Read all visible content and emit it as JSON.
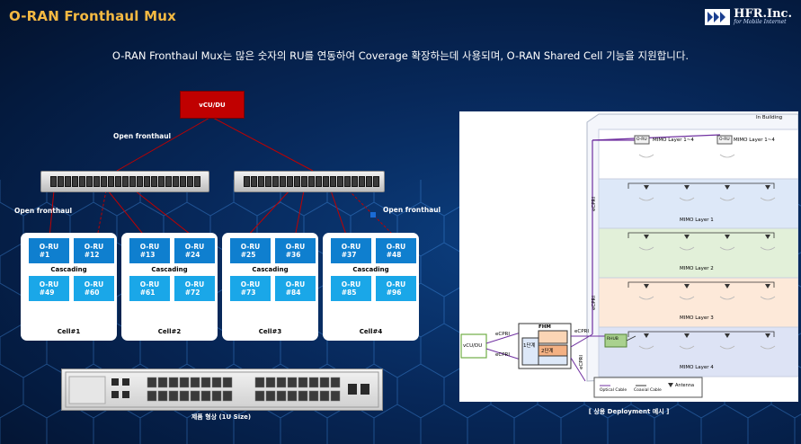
{
  "header": {
    "title": "O-RAN Fronthaul Mux",
    "logo_text": "HFR.Inc.",
    "logo_subtext": "for Mobile Internet"
  },
  "subtitle": "O-RAN Fronthaul Mux는 많은 숫자의 RU를 연동하여 Coverage 확장하는데 사용되며, O-RAN Shared Cell 기능을 지원합니다.",
  "topology": {
    "vcu_label": "vCU/DU",
    "open_fronthaul_top": "Open fronthaul",
    "open_fronthaul_left": "Open fronthaul",
    "open_fronthaul_right": "Open fronthaul",
    "cascading_label": "Cascading",
    "cells": [
      {
        "name": "Cell#1",
        "rus": [
          "O-RU #1",
          "O-RU #12",
          "O-RU #49",
          "O-RU #60"
        ]
      },
      {
        "name": "Cell#2",
        "rus": [
          "O-RU #13",
          "O-RU #24",
          "O-RU #61",
          "O-RU #72"
        ]
      },
      {
        "name": "Cell#3",
        "rus": [
          "O-RU #25",
          "O-RU #36",
          "O-RU #73",
          "O-RU #84"
        ]
      },
      {
        "name": "Cell#4",
        "rus": [
          "O-RU #37",
          "O-RU #48",
          "O-RU #85",
          "O-RU #96"
        ]
      }
    ],
    "line_color": "#c00000"
  },
  "product": {
    "caption": "제품 형상 (1U Size)"
  },
  "deployment": {
    "caption": "[ 상용 Deployment 예시 ]",
    "building_label": "In Building",
    "vcu_label": "vCU/DU",
    "fhm_label": "FHM",
    "fhm_sub": [
      "1단계",
      "2단계"
    ],
    "cpri_labels": [
      "eCPRI",
      "eCPRI",
      "eCPRI",
      "eCPRI",
      "eCPRI",
      "eCPRI"
    ],
    "rhub_label": "RHUB",
    "ru_label": "O-RU",
    "floors": [
      {
        "label": "MIMO Layer 1~4",
        "color": "#ffffff"
      },
      {
        "label": "MIMO Layer 1",
        "color": "#dde8f8"
      },
      {
        "label": "MIMO Layer 2",
        "color": "#e2f0d9"
      },
      {
        "label": "MIMO Layer 3",
        "color": "#fde9d9"
      },
      {
        "label": "MIMO Layer 4",
        "color": "#dde3f5"
      }
    ],
    "legend": {
      "optical": "Optical Cable",
      "coaxial": "Coaxial Cable",
      "antenna": "Antenna"
    }
  }
}
